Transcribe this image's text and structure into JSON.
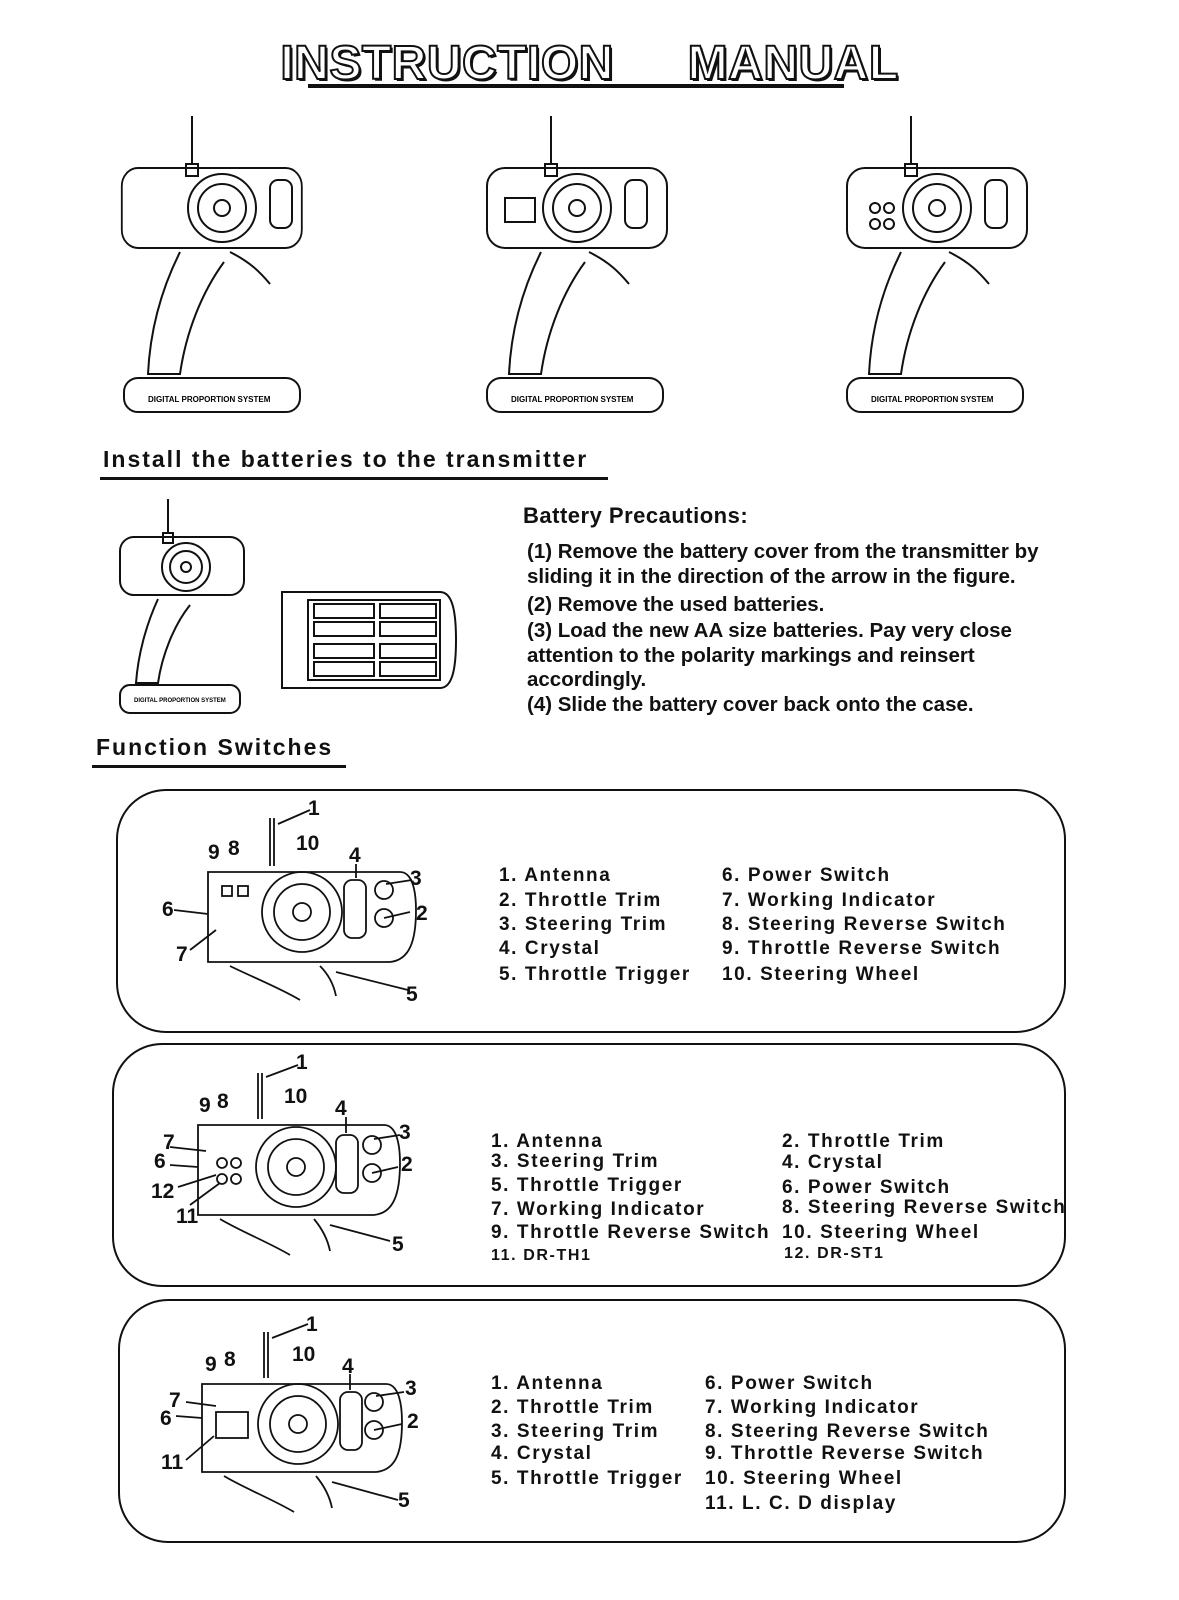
{
  "title": "INSTRUCTION MANUAL",
  "title_parts": [
    "INSTRUCTION",
    "MANUAL"
  ],
  "transmitter_label": "DIGITAL PROPORTION SYSTEM",
  "install_heading": "Install the batteries to the transmitter",
  "battery_precautions": {
    "title": "Battery Precautions",
    "steps": [
      "(1) Remove the battery cover from the transmitter by",
      " sliding it in the direction of the arrow in the figure.",
      "(2) Remove the used batteries.",
      "(3) Load the new AA size batteries. Pay very close",
      " attention to the polarity markings and reinsert",
      " accordingly.",
      "(4) Slide the battery cover back onto the case."
    ]
  },
  "function_heading": "Function Switches",
  "panels": [
    {
      "col1": [
        "1. Antenna",
        "2. Throttle Trim",
        "3. Steering Trim",
        "4. Crystal",
        "5. Throttle Trigger"
      ],
      "col2": [
        "6. Power Switch",
        "7. Working Indicator",
        "8. Steering Reverse Switch",
        "9. Throttle Reverse Switch",
        "10. Steering Wheel"
      ],
      "callouts": [
        "1",
        "2",
        "3",
        "4",
        "5",
        "6",
        "7",
        "8",
        "9",
        "10"
      ]
    },
    {
      "col1": [
        "1. Antenna",
        "3. Steering Trim",
        "5. Throttle Trigger",
        "7. Working Indicator",
        "9. Throttle Reverse Switch",
        "11. DR-TH1"
      ],
      "col2": [
        "2. Throttle Trim",
        "4. Crystal",
        "6. Power Switch",
        "8. Steering Reverse Switch",
        "10. Steering Wheel",
        "12. DR-ST1"
      ],
      "callouts": [
        "1",
        "2",
        "3",
        "4",
        "5",
        "6",
        "7",
        "8",
        "9",
        "10",
        "11",
        "12"
      ]
    },
    {
      "col1": [
        "1. Antenna",
        "2. Throttle Trim",
        "3. Steering Trim",
        "4. Crystal",
        "5. Throttle Trigger"
      ],
      "col2": [
        "6. Power Switch",
        "7. Working Indicator",
        "8. Steering Reverse Switch",
        "9. Throttle Reverse Switch",
        "10. Steering Wheel",
        "11. L. C. D display"
      ],
      "callouts": [
        "1",
        "2",
        "3",
        "4",
        "5",
        "6",
        "7",
        "8",
        "9",
        "10",
        "11"
      ]
    }
  ]
}
